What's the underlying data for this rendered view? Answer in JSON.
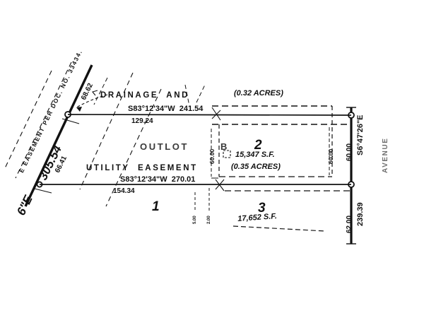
{
  "document": {
    "type": "survey-plat",
    "background_color": "#ffffff",
    "ink_color": "#111111"
  },
  "labels": {
    "easement_note": "E EASEMENT PER DOC. NO. 33434.",
    "west_line_total": "305.54",
    "west_line_upper": "68.62",
    "west_line_lower": "66.41",
    "west_corner_bearing": "6\"E",
    "drainage_and": "DRAINAGE  AND",
    "utility_easement": "UTILITY  EASEMENT",
    "outlot": "OUTLOT",
    "outlot_letter": "B",
    "north_bearing": "S83°12'34\"W  241.54",
    "north_sub_dim": "129.24",
    "south_bearing": "S83°12'34\"W  270.01",
    "south_sub_dim": "154.34",
    "outlot_acres": "(0.32 ACRES)",
    "east_bearing": "S6°47'26\"E",
    "east_dim_upper": "60.00",
    "east_dim_total": "239.39",
    "east_dim_lower": "62.00",
    "inner_dim_60": "60.00",
    "inner_dim_60_left": "60.00",
    "street_name": "AVENUE",
    "tiny_dim_left": "5.00",
    "tiny_dim_right": "2.00"
  },
  "lots": [
    {
      "number": "1",
      "area_sf": "",
      "area_acres": ""
    },
    {
      "number": "2",
      "area_sf": "15,347 S.F.",
      "area_acres": "(0.35 ACRES)"
    },
    {
      "number": "3",
      "area_sf": "17,652 S.F.",
      "area_acres": ""
    }
  ]
}
